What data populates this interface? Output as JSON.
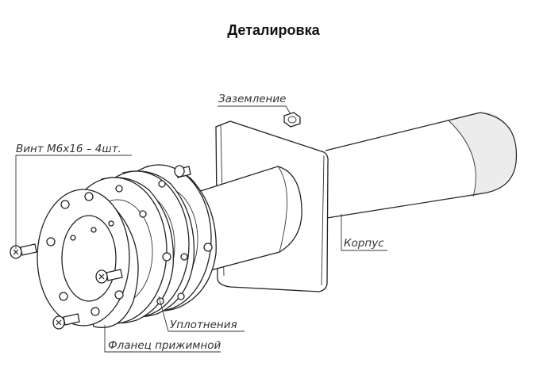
{
  "title": "Деталировка",
  "labels": {
    "grounding": "Заземление",
    "screw": "Винт М6х16 – 4шт.",
    "body": "Корпус",
    "seals": "Уплотнения",
    "flange": "Фланец прижимной"
  }
}
